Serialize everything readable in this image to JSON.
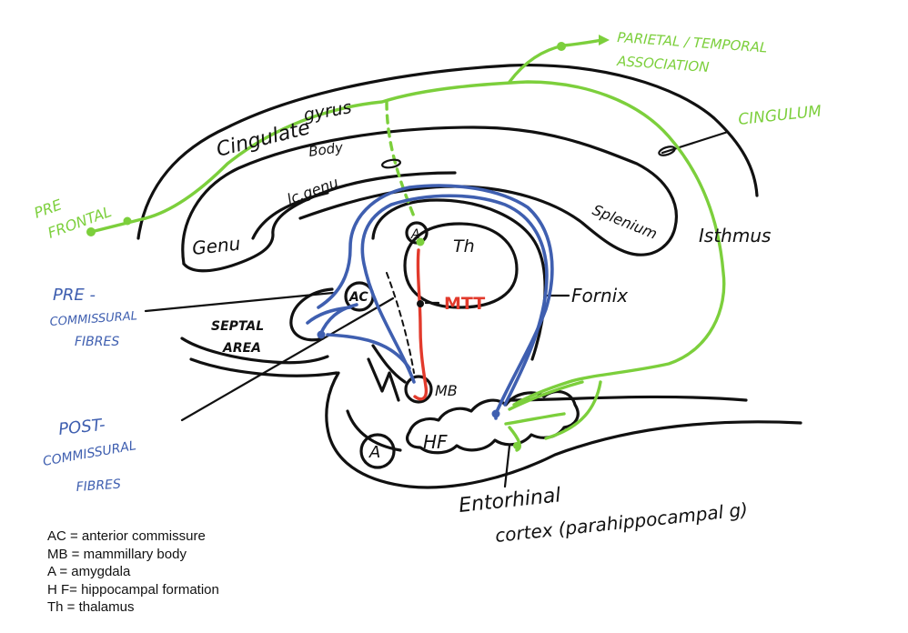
{
  "colors": {
    "outline": "#111111",
    "cingulum_green": "#7ccf3c",
    "fornix_blue": "#3f5fb0",
    "mtt_red": "#e23a2c"
  },
  "labels": {
    "cingulate_gyrus_1": "Cingulate",
    "cingulate_gyrus_2": "gyrus",
    "body": "Body",
    "lc_genu": "lc.genu",
    "genu": "Genu",
    "splenium": "Splenium",
    "isthmus": "Isthmus",
    "thalamus": "Th",
    "amygdala_small": "A",
    "ac": "AC",
    "mb": "MB",
    "mtt": "MTT",
    "fornix": "Fornix",
    "septal_area_1": "SEPTAL",
    "septal_area_2": "AREA",
    "amygdala": "A",
    "hf": "HF",
    "entorhinal_1": "Entorhinal",
    "entorhinal_2": "cortex (parahippocampal g)",
    "prefrontal_1": "PRE",
    "prefrontal_2": "FRONTAL",
    "parietal_1": "PARIETAL / TEMPORAL",
    "parietal_2": "ASSOCIATION",
    "cingulum": "CINGULUM",
    "precomm_1": "PRE -",
    "precomm_2": "COMMISSURAL",
    "precomm_3": "FIBRES",
    "postcomm_1": "POST-",
    "postcomm_2": "COMMISSURAL",
    "postcomm_3": "FIBRES"
  },
  "legend": [
    "AC = anterior commissure",
    "MB = mammillary body",
    "A = amygdala",
    "H F= hippocampal formation",
    "Th = thalamus"
  ]
}
